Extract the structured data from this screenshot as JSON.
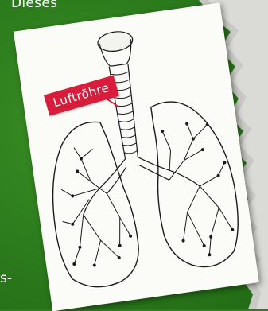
{
  "background": {
    "text_top": "Dieses",
    "text_bottom": "s-",
    "color": "#2e7d1f"
  },
  "illustration": {
    "subject": "lungs-engraving",
    "label": "Luftröhre",
    "label_color": "#d71d3b"
  }
}
